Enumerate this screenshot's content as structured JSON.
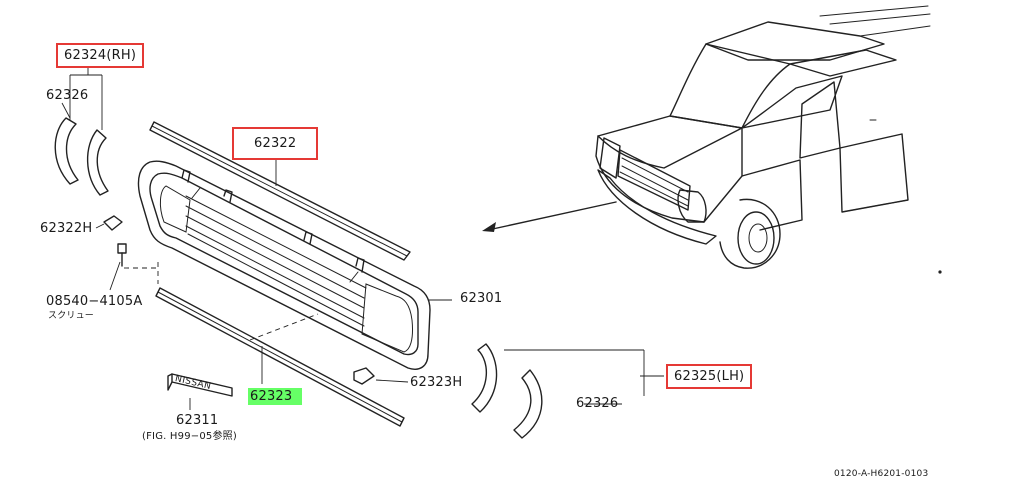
{
  "labels": {
    "rh_assembly": "62324(RH)",
    "rh_molding": "62326",
    "upper_molding": "62322",
    "clip_upper": "62322H",
    "screw": "08540−4105A",
    "screw_note": "スクリュー",
    "grille": "62301",
    "lh_assembly": "62325(LH)",
    "lh_molding": "62326",
    "lower_molding": "62323",
    "clip_lower": "62323H",
    "emblem": "62311",
    "emblem_text": "NISSAN",
    "fig_ref": "(FIG. H99−05参照)",
    "diagram_id": "0120-A-H6201-0103"
  },
  "highlight": {
    "box_color": "#e53935",
    "marker_color": "#66ff66"
  }
}
